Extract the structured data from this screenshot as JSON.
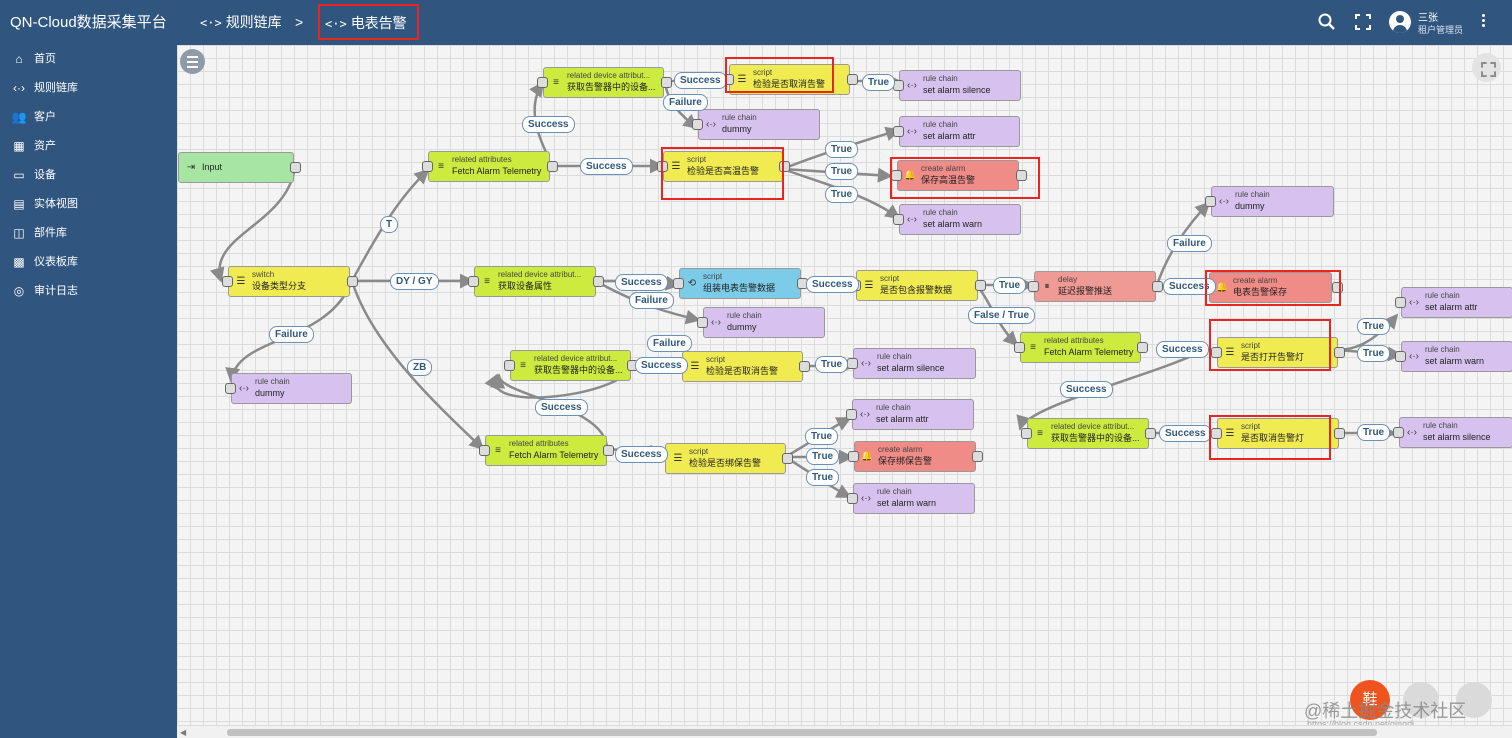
{
  "app": {
    "title": "QN-Cloud数据采集平台"
  },
  "breadcrumb": {
    "items": [
      "规则链库",
      "电表告警"
    ],
    "separator": ">"
  },
  "user": {
    "name": "三张",
    "role": "租户管理员"
  },
  "icons": {
    "search": "search-icon",
    "fullscreen": "fullscreen-icon",
    "avatar": "account-circle-icon",
    "more": "more-vert-icon"
  },
  "sidebar": {
    "items": [
      {
        "label": "首页",
        "icon": "home-icon"
      },
      {
        "label": "规则链库",
        "icon": "code-icon"
      },
      {
        "label": "客户",
        "icon": "people-icon"
      },
      {
        "label": "资产",
        "icon": "domain-icon"
      },
      {
        "label": "设备",
        "icon": "devices-icon"
      },
      {
        "label": "实体视图",
        "icon": "view-quilt-icon"
      },
      {
        "label": "部件库",
        "icon": "widgets-icon"
      },
      {
        "label": "仪表板库",
        "icon": "dashboards-icon"
      },
      {
        "label": "审计日志",
        "icon": "track-changes-icon"
      }
    ]
  },
  "nodes": [
    {
      "type": "",
      "name": "Input"
    },
    {
      "type": "switch",
      "name": "设备类型分支"
    },
    {
      "type": "rule chain",
      "name": "dummy"
    },
    {
      "type": "related attributes",
      "name": "Fetch Alarm Telemetry"
    },
    {
      "type": "related device attribut...",
      "name": "获取告警器中的设备..."
    },
    {
      "type": "script",
      "name": "检验是否取消告警"
    },
    {
      "type": "rule chain",
      "name": "set alarm silence"
    },
    {
      "type": "rule chain",
      "name": "dummy"
    },
    {
      "type": "script",
      "name": "检验是否高温告警"
    },
    {
      "type": "rule chain",
      "name": "set alarm attr"
    },
    {
      "type": "create alarm",
      "name": "保存高温告警"
    },
    {
      "type": "rule chain",
      "name": "set alarm warn"
    },
    {
      "type": "related device attribut...",
      "name": "获取设备属性"
    },
    {
      "type": "script",
      "name": "组装电表告警数据"
    },
    {
      "type": "rule chain",
      "name": "dummy"
    },
    {
      "type": "script",
      "name": "是否包含报警数据"
    },
    {
      "type": "delay",
      "name": "延迟报警推送"
    },
    {
      "type": "rule chain",
      "name": "dummy"
    },
    {
      "type": "create alarm",
      "name": "电表告警保存"
    },
    {
      "type": "related device attribut...",
      "name": "获取告警器中的设备..."
    },
    {
      "type": "script",
      "name": "检验是否取消告警"
    },
    {
      "type": "rule chain",
      "name": "set alarm silence"
    },
    {
      "type": "related attributes",
      "name": "Fetch Alarm Telemetry"
    },
    {
      "type": "rule chain",
      "name": "set alarm attr"
    },
    {
      "type": "script",
      "name": "是否打开告警灯"
    },
    {
      "type": "rule chain",
      "name": "set alarm warn"
    },
    {
      "type": "related attributes",
      "name": "Fetch Alarm Telemetry"
    },
    {
      "type": "script",
      "name": "检验是否绑保告警"
    },
    {
      "type": "rule chain",
      "name": "set alarm attr"
    },
    {
      "type": "create alarm",
      "name": "保存绑保告警"
    },
    {
      "type": "rule chain",
      "name": "set alarm warn"
    },
    {
      "type": "related device attribut...",
      "name": "获取告警器中的设备..."
    },
    {
      "type": "script",
      "name": "是否取消告警灯"
    },
    {
      "type": "rule chain",
      "name": "set alarm silence"
    }
  ],
  "links": [
    "Success",
    "Failure",
    "True",
    "Success",
    "Success",
    "True",
    "True",
    "True",
    "T",
    "DY / GY",
    "ZB",
    "Failure",
    "Success",
    "Failure",
    "Success",
    "True",
    "Failure",
    "Success",
    "False / True",
    "Success",
    "True",
    "True",
    "Success",
    "Failure",
    "Success",
    "True",
    "Success",
    "Success",
    "True",
    "True",
    "True",
    "Success",
    "True"
  ],
  "fab": {
    "label": "鞋"
  },
  "watermark": {
    "text": "@稀土掘金技术社区",
    "url": "https://blog.csdn.net/qingdi..."
  }
}
